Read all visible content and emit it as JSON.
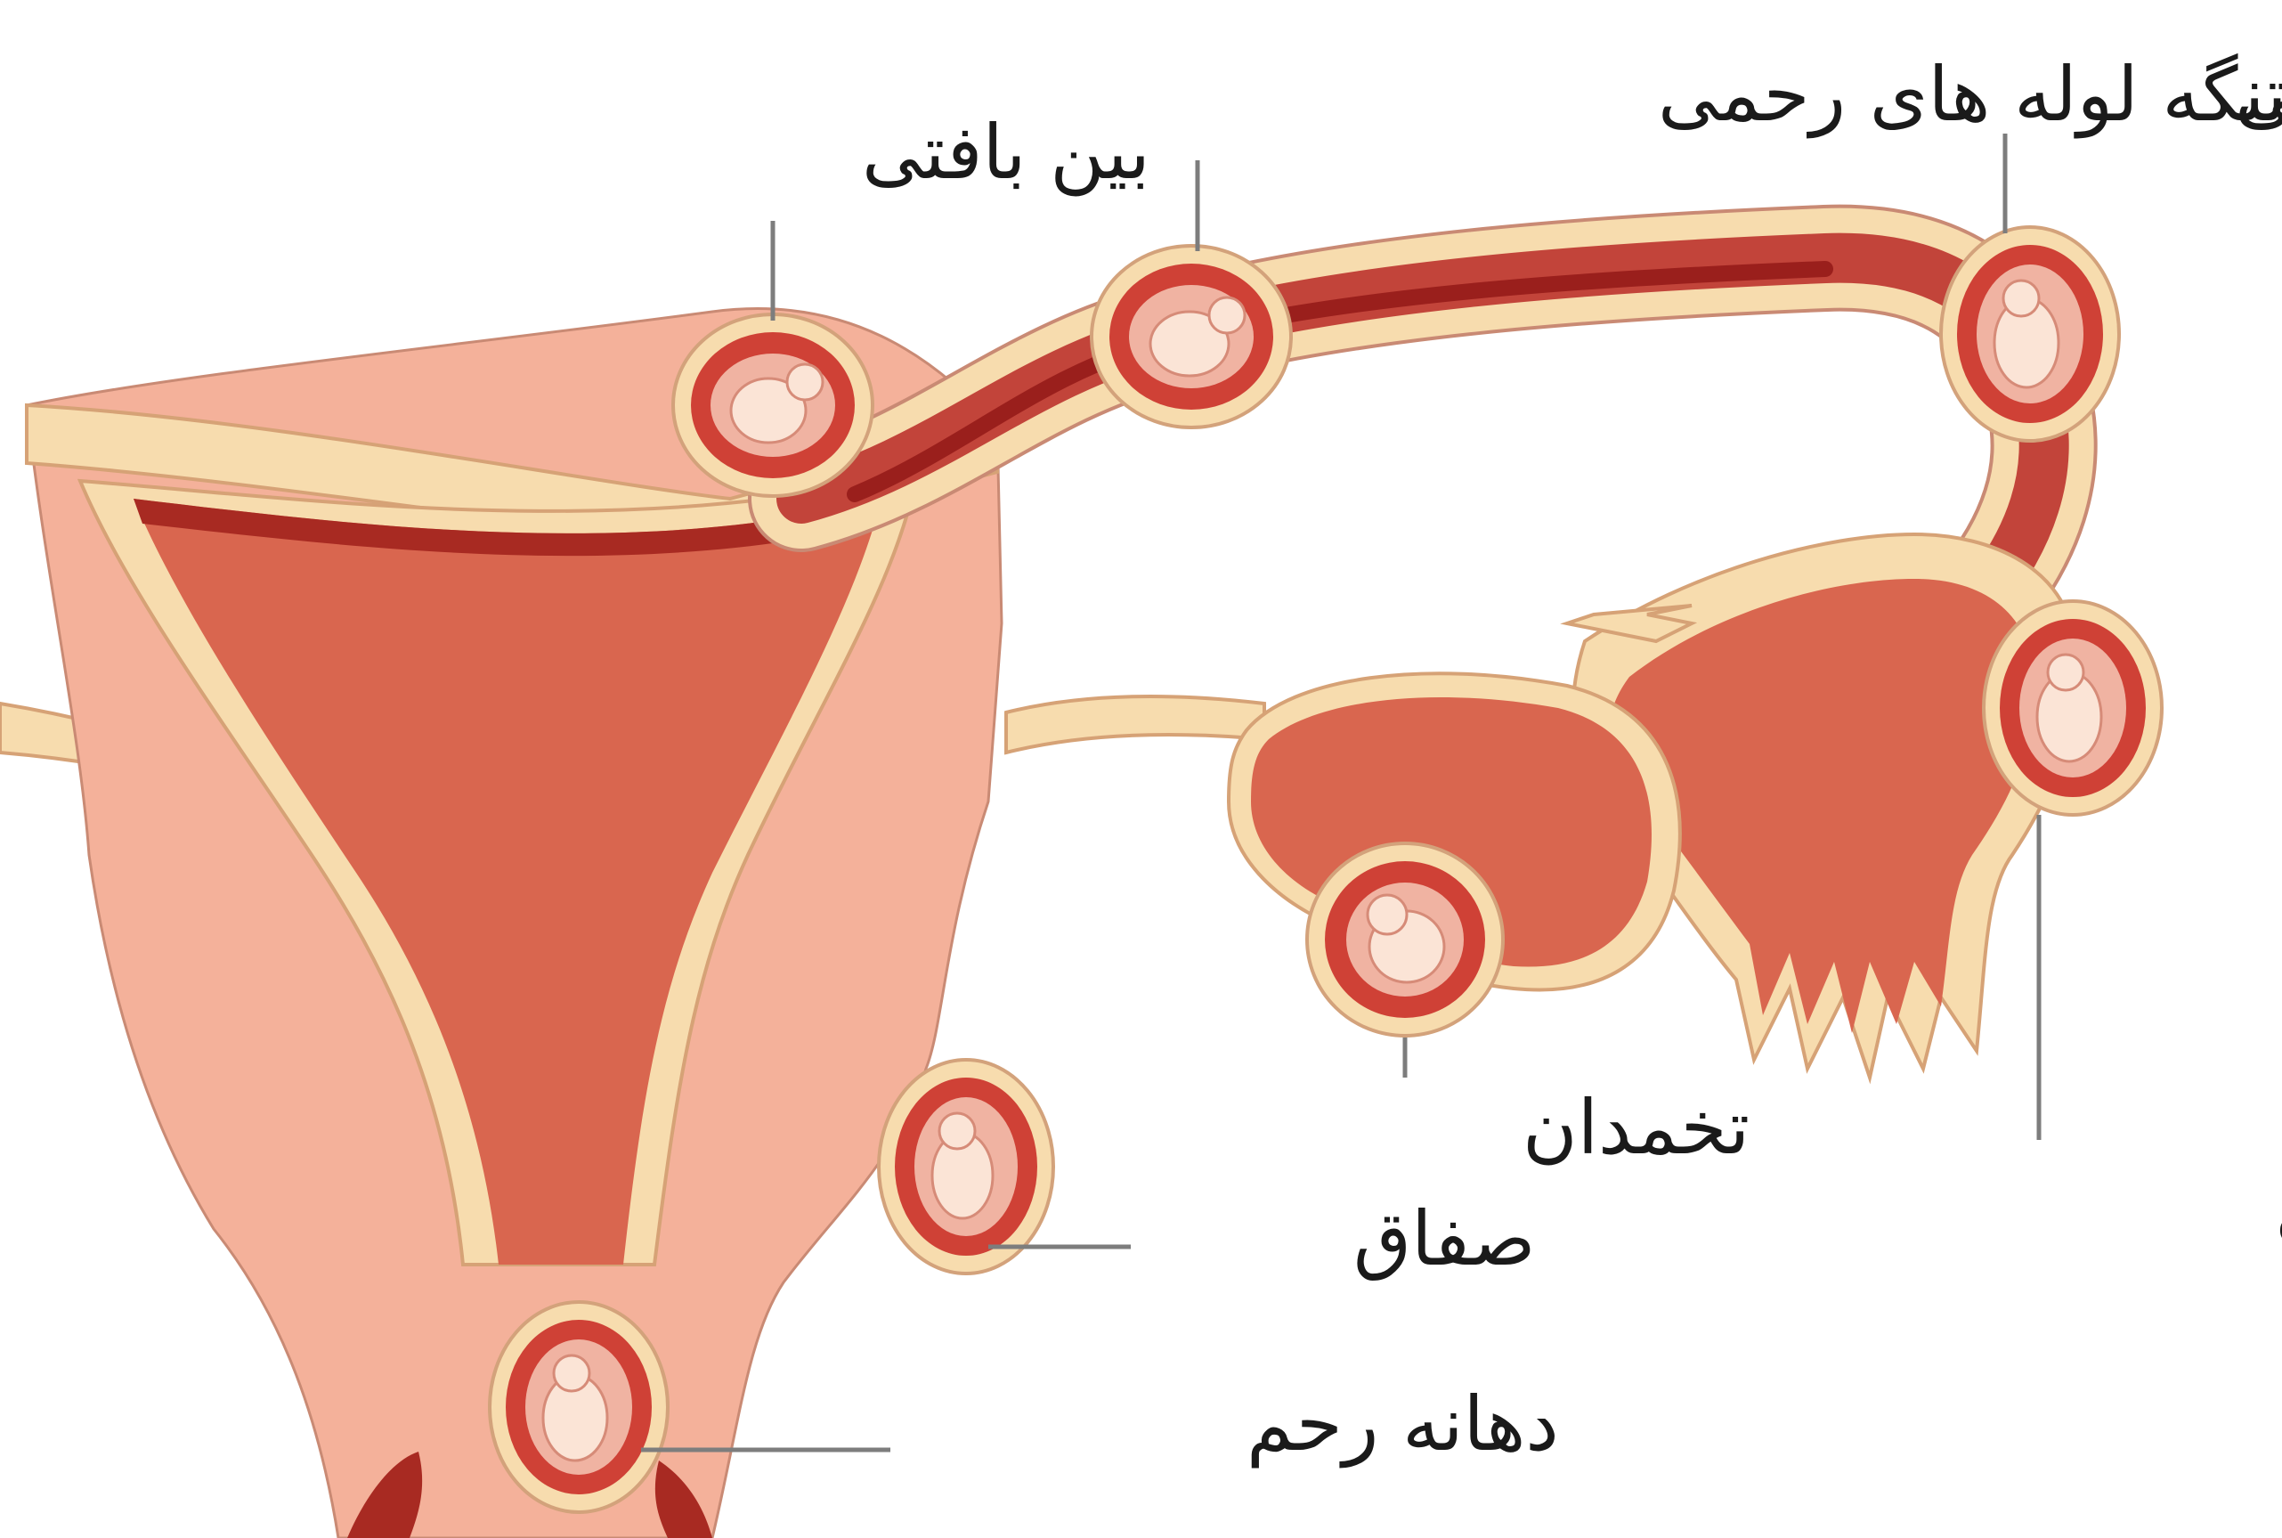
{
  "labels": {
    "interstitial": "بین بافتی",
    "isthmus": "تنگه لوله های رحمی",
    "fallopian_tubes": "لوله های رحمی",
    "ovary": "تخمدان",
    "peritoneum": "صفاق",
    "fimbriae": "روزنه قیفی شکل",
    "cervix": "دهانه رحم"
  },
  "colors": {
    "tissue": "#f4b19a",
    "muscle_band": "#f7dcae",
    "cavity": "#d9664f",
    "cavity_dark": "#a82a22",
    "leader_line": "#7d7d7d",
    "text": "#1a1a1a"
  }
}
